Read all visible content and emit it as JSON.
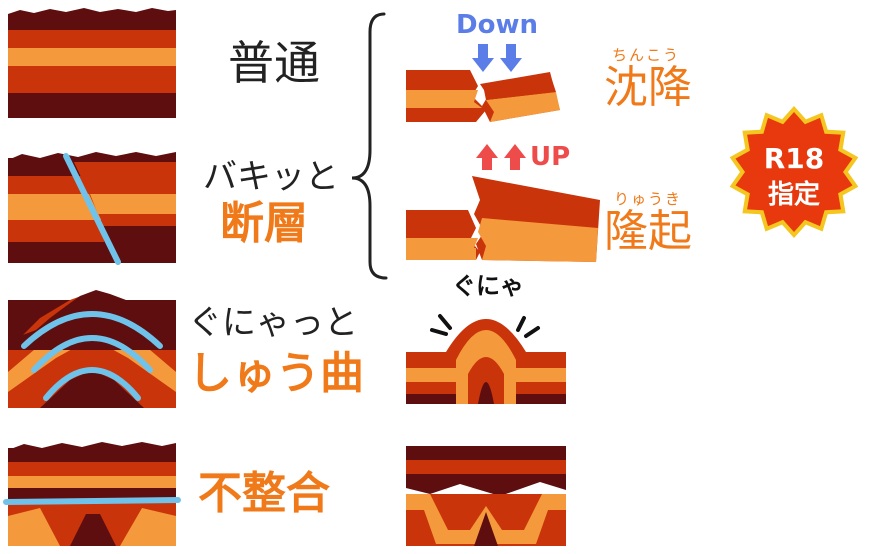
{
  "labels": {
    "normal": "普通",
    "snap": "バキッと",
    "fault": "断層",
    "bend": "ぐにゃっと",
    "fold": "しゅう曲",
    "unconformity": "不整合"
  },
  "subsidence": {
    "label": "沈降",
    "ruby": "ちんこう",
    "arrow_text": "Down"
  },
  "uplift": {
    "label": "隆起",
    "ruby": "りゅうき",
    "arrow_text": "UP"
  },
  "onomatopoeia": "ぐにゃ",
  "badge": {
    "line1": "R18",
    "line2": "指定"
  },
  "colors": {
    "dark_brown": "#5e0e0e",
    "red_orange": "#c9340a",
    "orange": "#f59a3c",
    "blue_line": "#6fc3ea",
    "label_orange": "#f07a1a",
    "down_blue": "#5b7de8",
    "up_red": "#ee4b4b",
    "badge_red": "#e8380d",
    "badge_yellow": "#f4c61f"
  }
}
